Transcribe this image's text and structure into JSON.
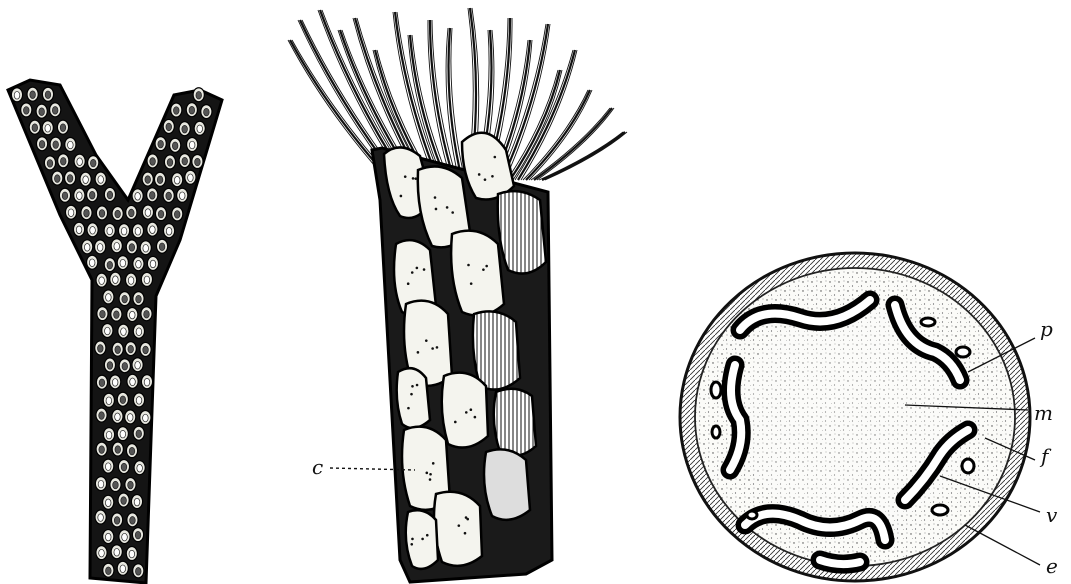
{
  "figure": {
    "label_c": "c",
    "label_p": "p",
    "label_m": "m",
    "label_f": "f",
    "label_v": "v",
    "label_e": "e"
  }
}
